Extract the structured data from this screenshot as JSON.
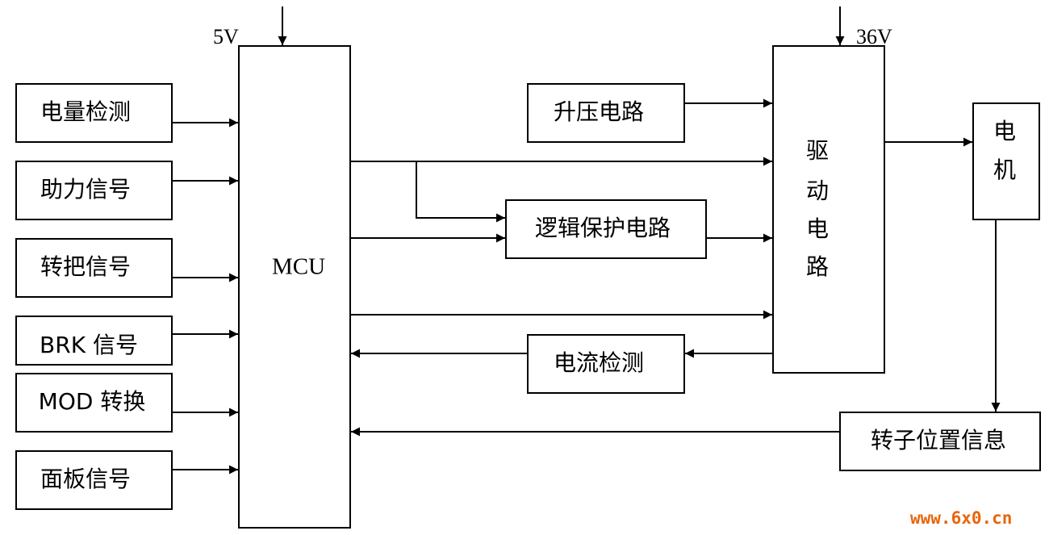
{
  "inputs": {
    "power_detect": "电量检测",
    "assist_signal": "助力信号",
    "throttle_signal": "转把信号",
    "brk_signal": "BRK 信号",
    "mod_switch": "MOD 转换",
    "panel_signal": "面板信号"
  },
  "mcu": {
    "label": "MCU",
    "supply": "5V"
  },
  "boost": "升压电路",
  "logic_protect": "逻辑保护电路",
  "current_detect": "电流检测",
  "driver": {
    "chars": [
      "驱",
      "动",
      "电",
      "路"
    ],
    "supply": "36V"
  },
  "motor": {
    "chars": [
      "电",
      "机"
    ]
  },
  "rotor_position": "转子位置信息",
  "watermark": {
    "prefix": "www.",
    "mid": "6x0",
    "suffix": ".cn",
    "color": "#e8650a"
  }
}
